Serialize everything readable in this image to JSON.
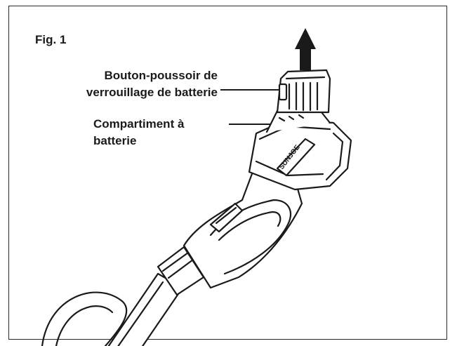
{
  "figure": {
    "title": "Fig. 1",
    "labels": {
      "lock_button": {
        "line1": "Bouton-poussoir de",
        "line2": "verrouillage de batterie"
      },
      "compartment": {
        "line1": "Compartiment à",
        "line2": "batterie"
      }
    },
    "brand_mark": "SUNJOE",
    "colors": {
      "ink": "#1a1a1a",
      "frame": "#2a2a2a",
      "background": "#ffffff"
    }
  }
}
